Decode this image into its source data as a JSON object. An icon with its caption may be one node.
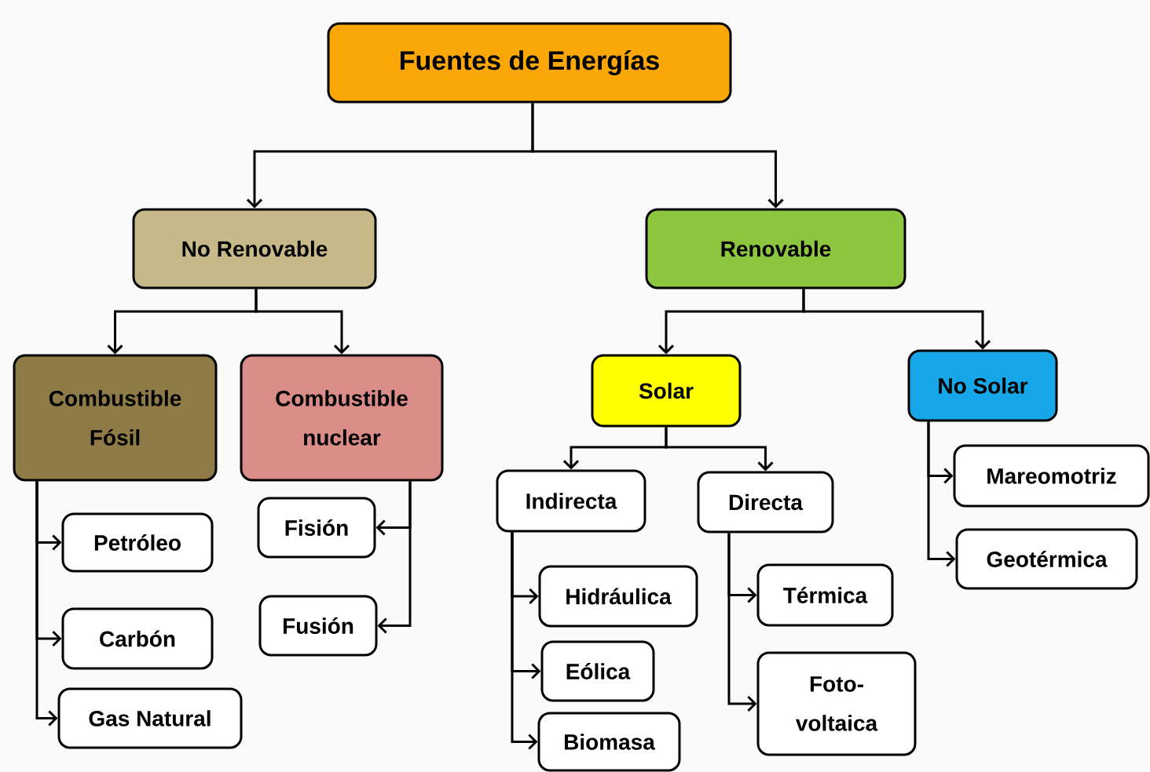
{
  "diagram": {
    "nodes": [
      {
        "text": [
          "Fuentes de Energías"
        ]
      },
      {
        "text": [
          "No Renovable"
        ]
      },
      {
        "text": [
          "Renovable"
        ]
      },
      {
        "text": [
          "Combustible Fósil"
        ]
      },
      {
        "text": [
          "Combustible nuclear"
        ]
      },
      {
        "text": [
          "Solar"
        ]
      },
      {
        "text": [
          "No Solar"
        ]
      },
      {
        "text": [
          "Petróleo"
        ]
      },
      {
        "text": [
          "Carbón"
        ]
      },
      {
        "text": [
          "Gas Natural"
        ]
      },
      {
        "text": [
          "Fisión"
        ]
      },
      {
        "text": [
          "Fusión"
        ]
      },
      {
        "text": [
          "Indirecta"
        ]
      },
      {
        "text": [
          "Directa"
        ]
      },
      {
        "text": [
          "Hidráulica"
        ]
      },
      {
        "text": [
          "Eólica"
        ]
      },
      {
        "text": [
          "Biomasa"
        ]
      },
      {
        "text": [
          "Térmica"
        ]
      },
      {
        "text": [
          "Foto- voltaica"
        ]
      },
      {
        "text": [
          "Mareomotriz"
        ]
      },
      {
        "text": [
          "Geotérmica"
        ]
      }
    ],
    "edges": [
      {
        "from": 0,
        "to": 1,
        "arrow": "to"
      },
      {
        "from": 0,
        "to": 2,
        "arrow": "to"
      },
      {
        "from": 1,
        "to": 3,
        "arrow": "to"
      },
      {
        "from": 1,
        "to": 4,
        "arrow": "to"
      },
      {
        "from": 2,
        "to": 5,
        "arrow": "to"
      },
      {
        "from": 2,
        "to": 6,
        "arrow": "to"
      },
      {
        "from": 3,
        "to": 7,
        "arrow": "to"
      },
      {
        "from": 3,
        "to": 8,
        "arrow": "to"
      },
      {
        "from": 3,
        "to": 9,
        "arrow": "to"
      },
      {
        "from": 4,
        "to": 10,
        "arrow": "to"
      },
      {
        "from": 4,
        "to": 11,
        "arrow": "to"
      },
      {
        "from": 5,
        "to": 12,
        "arrow": "to"
      },
      {
        "from": 5,
        "to": 13,
        "arrow": "to"
      },
      {
        "from": 12,
        "to": 14,
        "arrow": "to"
      },
      {
        "from": 12,
        "to": 15,
        "arrow": "to"
      },
      {
        "from": 12,
        "to": 16,
        "arrow": "to"
      },
      {
        "from": 13,
        "to": 17,
        "arrow": "to"
      },
      {
        "from": 13,
        "to": 18,
        "arrow": "to"
      },
      {
        "from": 6,
        "to": 19,
        "arrow": "to"
      },
      {
        "from": 6,
        "to": 20,
        "arrow": "to"
      }
    ]
  }
}
